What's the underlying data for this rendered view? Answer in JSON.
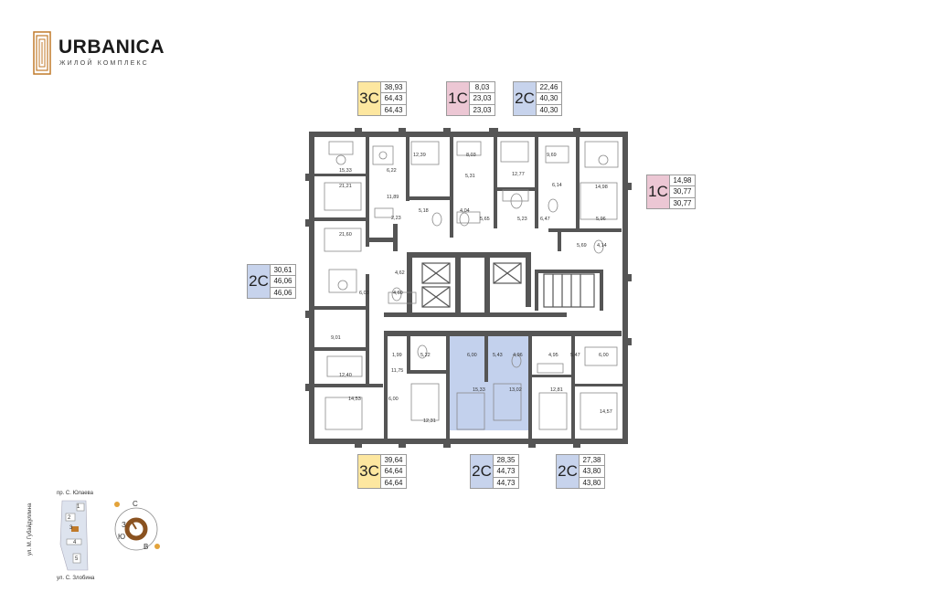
{
  "logo": {
    "title": "URBANICA",
    "subtitle": "ЖИЛОЙ КОМПЛЕКС"
  },
  "apartments": [
    {
      "id": "top-left",
      "type": "3C",
      "values": [
        "38,93",
        "64,43",
        "64,43"
      ],
      "color": "#fde7a0"
    },
    {
      "id": "top-mid",
      "type": "1C",
      "values": [
        "8,03",
        "23,03",
        "23,03"
      ],
      "color": "#ecc7d4"
    },
    {
      "id": "top-right",
      "type": "2C",
      "values": [
        "22,46",
        "40,30",
        "40,30"
      ],
      "color": "#c7d3ec"
    },
    {
      "id": "right",
      "type": "1C",
      "values": [
        "14,98",
        "30,77",
        "30,77"
      ],
      "color": "#ecc7d4"
    },
    {
      "id": "left",
      "type": "2C",
      "values": [
        "30,61",
        "46,06",
        "46,06"
      ],
      "color": "#c7d3ec"
    },
    {
      "id": "bottom-left",
      "type": "3C",
      "values": [
        "39,64",
        "64,64",
        "64,64"
      ],
      "color": "#fde7a0"
    },
    {
      "id": "bottom-mid",
      "type": "2C",
      "values": [
        "28,35",
        "44,73",
        "44,73"
      ],
      "color": "#c7d3ec"
    },
    {
      "id": "bottom-right",
      "type": "2C",
      "values": [
        "27,38",
        "43,80",
        "43,80"
      ],
      "color": "#c7d3ec"
    }
  ],
  "room_areas": [
    "15,33",
    "6,22",
    "12,39",
    "8,03",
    "5,31",
    "12,77",
    "9,69",
    "6,14",
    "14,98",
    "21,21",
    "11,89",
    "2,23",
    "5,18",
    "4,04",
    "5,65",
    "5,23",
    "6,47",
    "5,96",
    "21,60",
    "5,69",
    "4,14",
    "4,62",
    "6,03",
    "4,60",
    "9,01",
    "1,99",
    "5,22",
    "6,00",
    "5,43",
    "4,96",
    "4,95",
    "5,47",
    "6,00",
    "11,75",
    "12,40",
    "15,33",
    "13,02",
    "12,81",
    "14,53",
    "6,00",
    "12,31",
    "14,57"
  ],
  "minimap": {
    "street_top": "пр. С. Юлаева",
    "street_left": "ул. М. Губайдуллина",
    "street_bottom": "ул. С. Злобина",
    "buildings": [
      "1",
      "2",
      "3",
      "4",
      "5"
    ],
    "compass": {
      "n": "С",
      "s": "Ю",
      "w": "З",
      "e": "В"
    }
  },
  "colors": {
    "highlight": "#b9c9ea",
    "wall": "#555555",
    "accent": "#c07a2a"
  }
}
